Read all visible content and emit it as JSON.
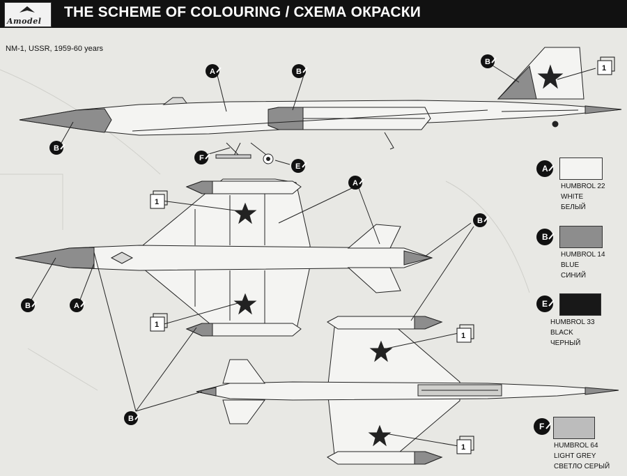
{
  "header": {
    "logo_text": "Amodel",
    "title": "THE SCHEME OF COLOURING / СХЕМА ОКРАСКИ"
  },
  "aircraft_caption": "NM-1, USSR, 1959-60 years",
  "callouts": {
    "A": "A",
    "B": "B",
    "E": "E",
    "F": "F",
    "decal": "1"
  },
  "legend": [
    {
      "key": "A",
      "code": "HUMBROL 22",
      "en": "WHITE",
      "ru": "БЕЛЫЙ",
      "color": "#f4f4f2"
    },
    {
      "key": "B",
      "code": "HUMBROL 14",
      "en": "BLUE",
      "ru": "СИНИЙ",
      "color": "#8d8d8d"
    },
    {
      "key": "E",
      "code": "HUMBROL 33",
      "en": "BLACK",
      "ru": "ЧЕРНЫЙ",
      "color": "#181818"
    },
    {
      "key": "F",
      "code": "HUMBROL 64",
      "en": "LIGHT GREY",
      "ru": "СВЕТЛО СЕРЫЙ",
      "color": "#bcbcbc"
    }
  ]
}
